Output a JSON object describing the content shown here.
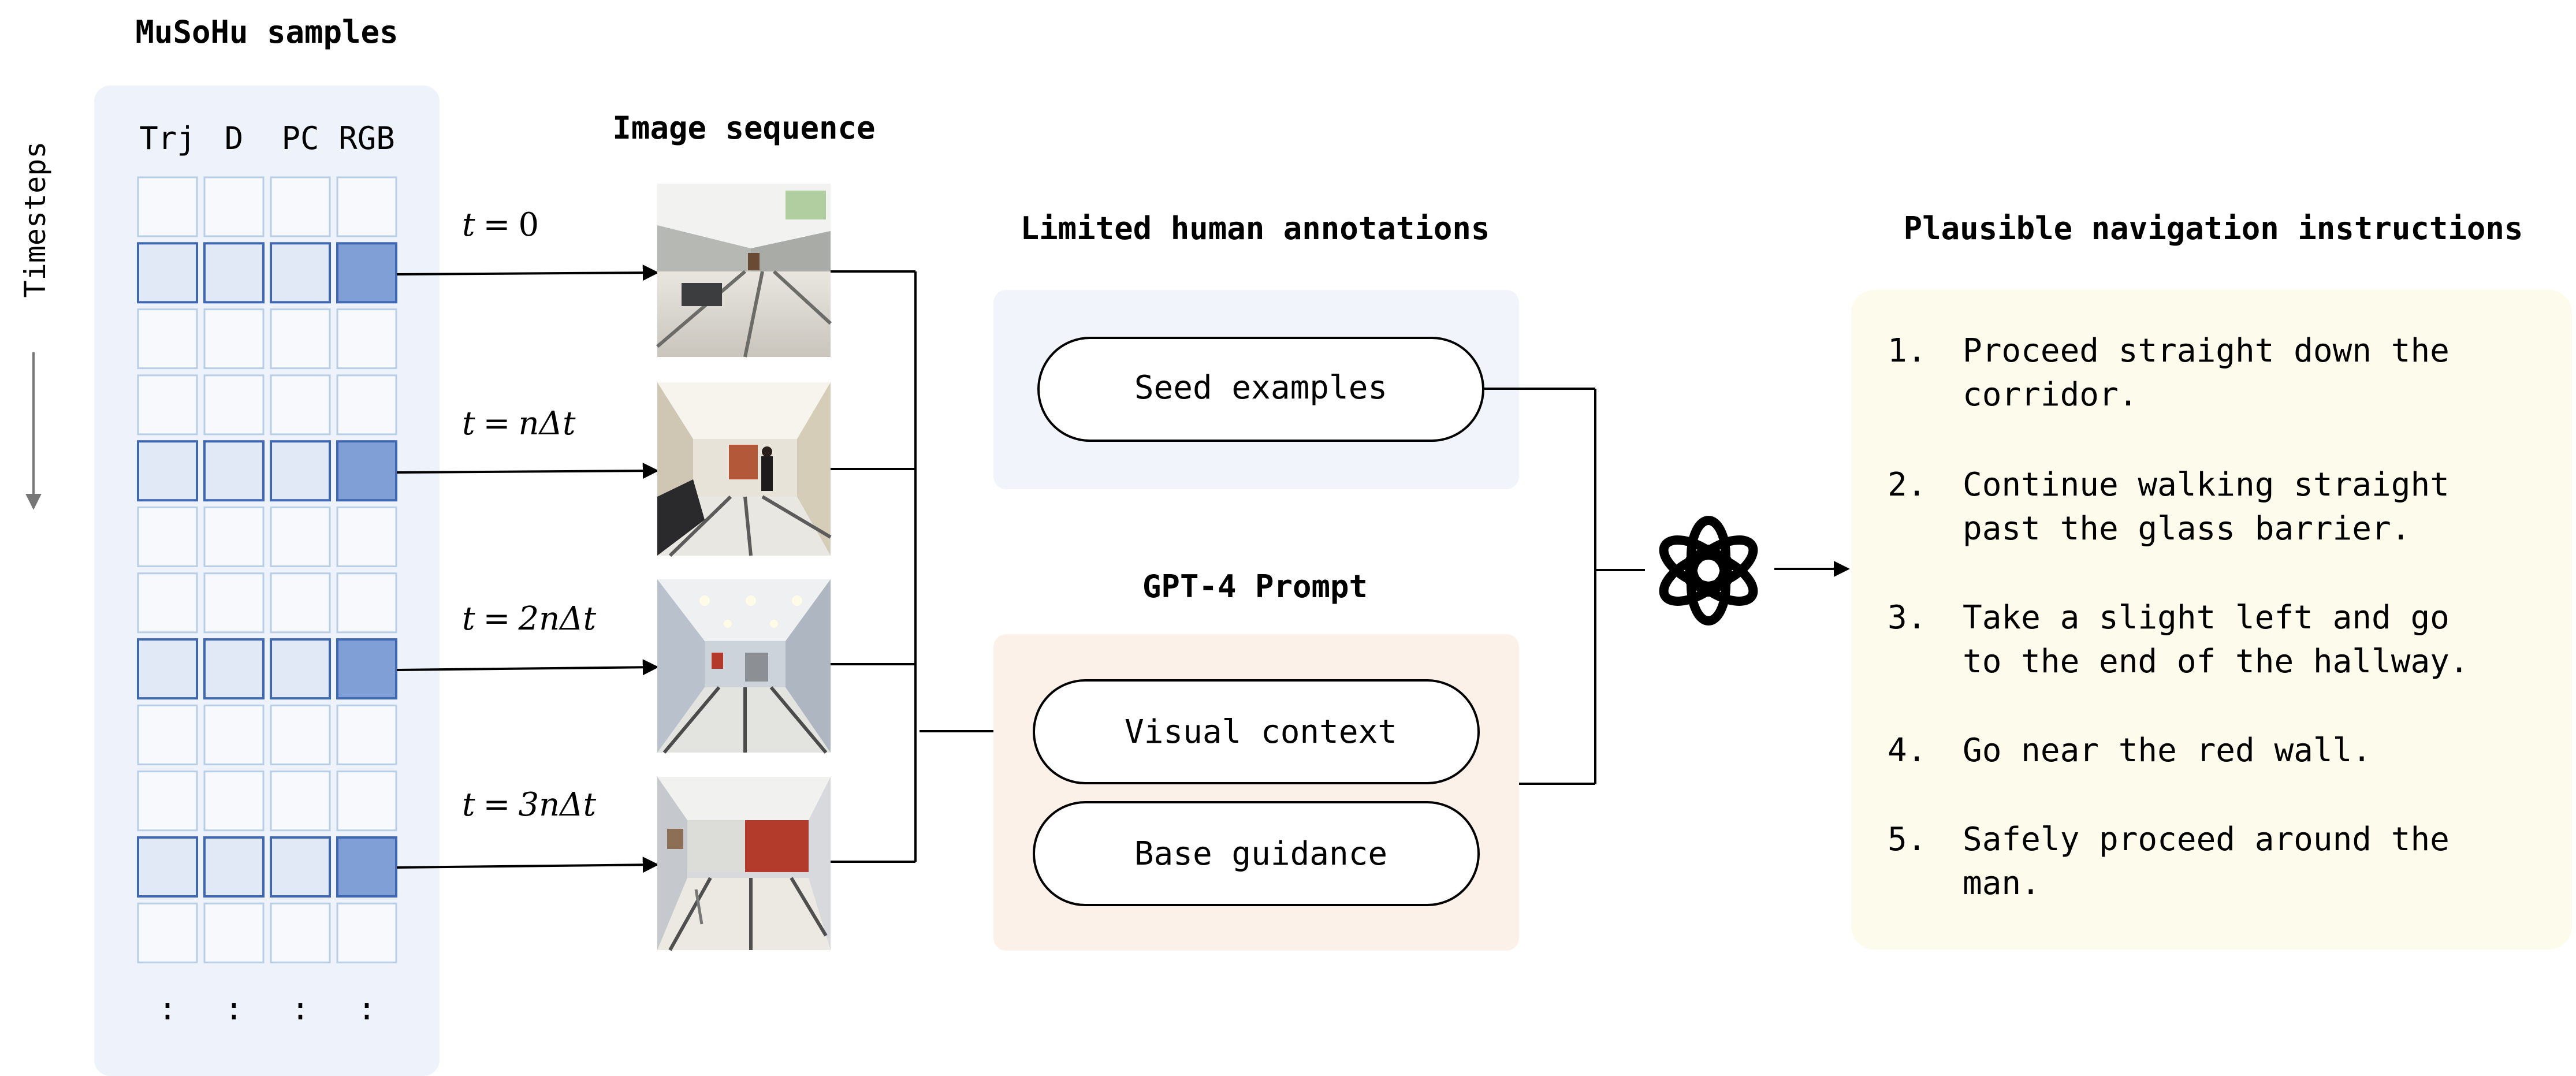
{
  "samples": {
    "title": "MuSoHu samples",
    "axis_label": "Timesteps",
    "columns": [
      "Trj",
      "D",
      "PC",
      "RGB"
    ],
    "ellipsis": [
      ":",
      ":",
      ":",
      ":"
    ]
  },
  "images": {
    "title": "Image sequence",
    "timesteps": [
      {
        "t": "t",
        "eq": "=",
        "val": "0"
      },
      {
        "t": "t",
        "eq": "=",
        "val": "nΔt"
      },
      {
        "t": "t",
        "eq": "=",
        "val": "2nΔt"
      },
      {
        "t": "t",
        "eq": "=",
        "val": "3nΔt"
      }
    ]
  },
  "annotations": {
    "title": "Limited human annotations",
    "seed_label": "Seed examples"
  },
  "prompt": {
    "title": "GPT-4 Prompt",
    "visual_context_label": "Visual context",
    "base_guidance_label": "Base guidance"
  },
  "instructions": {
    "title": "Plausible navigation instructions",
    "items": [
      {
        "num": "1.",
        "line1": "Proceed straight down the",
        "line2": "corridor."
      },
      {
        "num": "2.",
        "line1": "Continue walking straight",
        "line2": "past the glass barrier."
      },
      {
        "num": "3.",
        "line1": "Take a slight left and go",
        "line2": "to the end of the hallway."
      },
      {
        "num": "4.",
        "line1": "Go near the red wall.",
        "line2": ""
      },
      {
        "num": "5.",
        "line1": "Safely proceed around the",
        "line2": "man."
      }
    ]
  },
  "colors": {
    "samples_panel": "#eef2fa",
    "cell_border": "#b8cde6",
    "highlight_fill": "#e2e9f6",
    "highlight_border": "#3f68b0",
    "rgb_fill": "#7f9fd6",
    "annotations_panel": "#f1f4fa",
    "prompt_panel": "#fcf1e9",
    "instructions_panel": "#fdfcec"
  }
}
